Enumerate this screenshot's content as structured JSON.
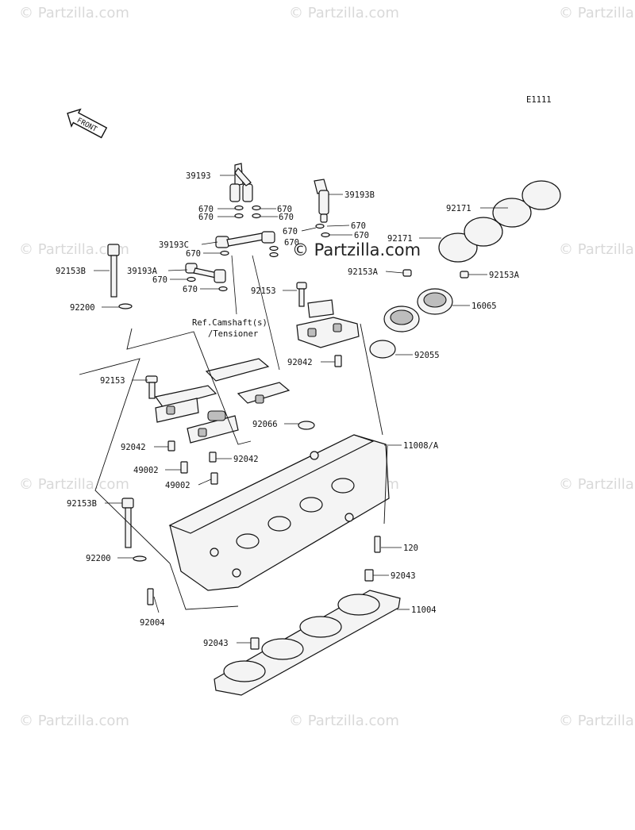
{
  "diagram_code": "E1111",
  "front_arrow": {
    "label": "FRONT",
    "icon": "front-direction-arrow-icon"
  },
  "watermark": {
    "text": "© Partzilla.com",
    "center_text": "© Partzilla.com",
    "color": "#d9d9d9"
  },
  "reference_note": [
    "Ref.Camshaft(s)",
    "/Tensioner"
  ],
  "callouts": [
    {
      "part": "39193"
    },
    {
      "part": "670"
    },
    {
      "part": "670"
    },
    {
      "part": "670"
    },
    {
      "part": "670"
    },
    {
      "part": "39193B"
    },
    {
      "part": "670"
    },
    {
      "part": "670"
    },
    {
      "part": "39193C"
    },
    {
      "part": "670"
    },
    {
      "part": "670"
    },
    {
      "part": "670"
    },
    {
      "part": "39193A"
    },
    {
      "part": "670"
    },
    {
      "part": "670"
    },
    {
      "part": "92153B"
    },
    {
      "part": "92200"
    },
    {
      "part": "92153"
    },
    {
      "part": "92153A"
    },
    {
      "part": "92153A"
    },
    {
      "part": "92171"
    },
    {
      "part": "92171"
    },
    {
      "part": "16065"
    },
    {
      "part": "92055"
    },
    {
      "part": "92042"
    },
    {
      "part": "92153"
    },
    {
      "part": "92066"
    },
    {
      "part": "11008/A"
    },
    {
      "part": "92042"
    },
    {
      "part": "92042"
    },
    {
      "part": "49002"
    },
    {
      "part": "49002"
    },
    {
      "part": "92153B"
    },
    {
      "part": "120"
    },
    {
      "part": "92200"
    },
    {
      "part": "92043"
    },
    {
      "part": "11004"
    },
    {
      "part": "92004"
    },
    {
      "part": "92043"
    }
  ]
}
